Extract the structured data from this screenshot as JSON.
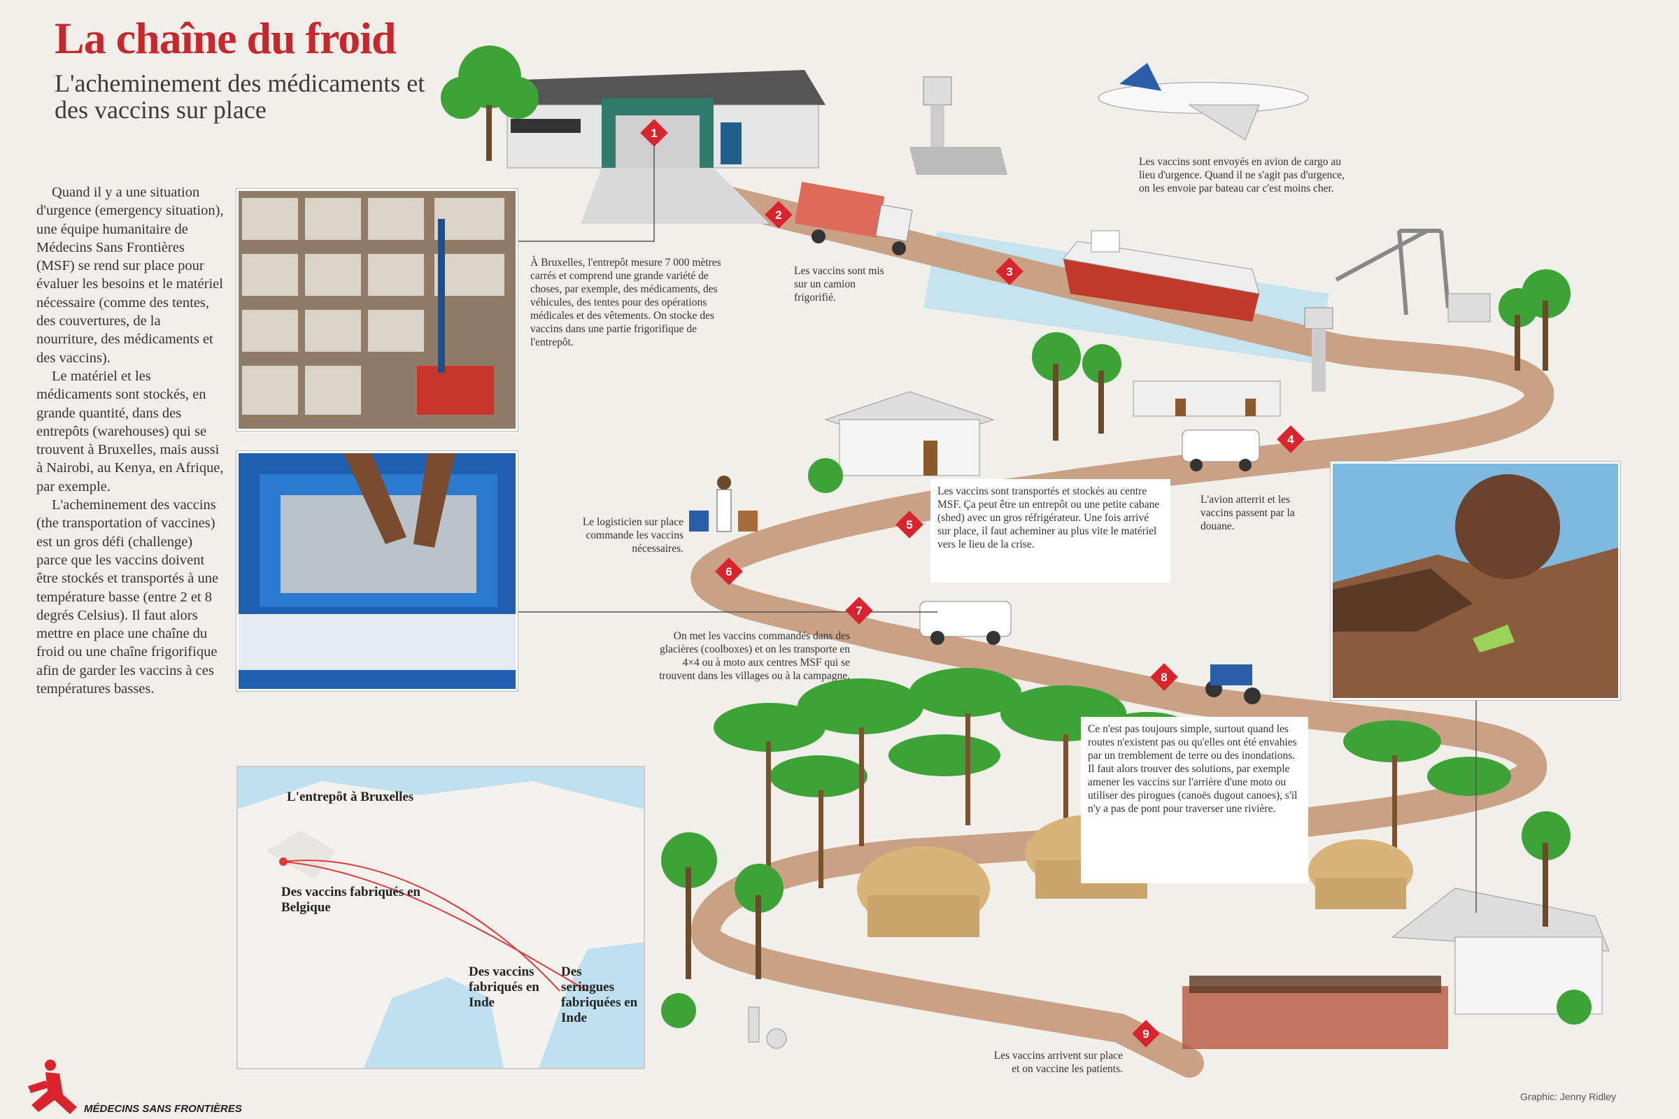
{
  "header": {
    "title": "La chaîne du froid",
    "subtitle": "L'acheminement des médicaments et des vaccins sur place"
  },
  "intro": [
    "Quand il y a une situation d'urgence (emergency situation), une équipe humanitaire de Médecins Sans Frontières (MSF) se rend sur place pour évaluer les besoins et le matériel nécessaire (comme des tentes, des couvertures, de la nourriture, des médicaments et des vaccins).",
    "Le matériel et les médicaments sont stockés, en grande quantité, dans des entrepôts (warehouses) qui se trouvent à Bruxelles, mais aussi à Nairobi, au Kenya, en Afrique, par exemple.",
    "L'acheminement des vaccins (the transportation of vaccines) est un gros défi (challenge) parce que les vaccins doivent être stockés et transportés à une température basse (entre 2 et 8 degrés Celsius). Il faut alors mettre en place une chaîne du froid ou une chaîne frigorifique afin de garder les vaccins à ces températures basses."
  ],
  "captions": {
    "warehouse": "À Bruxelles, l'entrepôt mesure 7 000 mètres carrés et comprend une grande variété de choses, par exemple, des médicaments, des véhicules, des tentes pour des opérations médicales et des vêtements. On stocke des vaccins dans une partie frigorifique de l'entrepôt.",
    "truck": "Les vaccins sont mis sur un camion frigorifié.",
    "plane": "Les vaccins sont envoyés en avion de cargo au lieu d'urgence. Quand il ne s'agit pas d'urgence, on les envoie par bateau car c'est moins cher.",
    "logistician": "Le logisticien sur place commande les vaccins nécessaires.",
    "airport": "L'avion atterrit et les vaccins passent par la douane.",
    "msf_center": "Les vaccins sont transportés et stockés au centre MSF. Ça peut être un entrepôt ou une petite cabane (shed) avec un gros réfrigérateur. Une fois arrivé sur place, il faut acheminer au plus vite le matériel vers le lieu de la crise.",
    "coolers": "On met les vaccins commandés dans des glacières (coolboxes) et on les transporte en 4×4 ou à moto aux centres MSF qui se trouvent dans les villages ou à la campagne.",
    "roads": "Ce n'est pas toujours simple, surtout quand les routes n'existent pas ou qu'elles ont été envahies par un tremblement de terre ou des inondations. Il faut alors trouver des solutions, par exemple amener les vaccins sur l'arrière d'une moto ou utiliser des pirogues (canoës dugout canoes), s'il n'y a pas de pont pour traverser une rivière.",
    "patients": "Les vaccins arrivent sur place et on vaccine les patients."
  },
  "steps": [
    "1",
    "2",
    "3",
    "4",
    "5",
    "6",
    "7",
    "8",
    "9"
  ],
  "map": {
    "label_warehouse": "L'entrepôt à Bruxelles",
    "label_belgium": "Des vaccins fabriqués en Belgique",
    "label_india1": "Des vaccins fabriqués en Inde",
    "label_india2": "Des seringues fabriquées en Inde"
  },
  "footer": {
    "org": "MÉDECINS SANS FRONTIÈRES",
    "credit": "Graphic: Jenny Ridley"
  },
  "colors": {
    "title": "#c8272d",
    "road": "#c79f83",
    "marker": "#d9232d",
    "tree": "#3ea336",
    "water": "#bfe0ee"
  }
}
